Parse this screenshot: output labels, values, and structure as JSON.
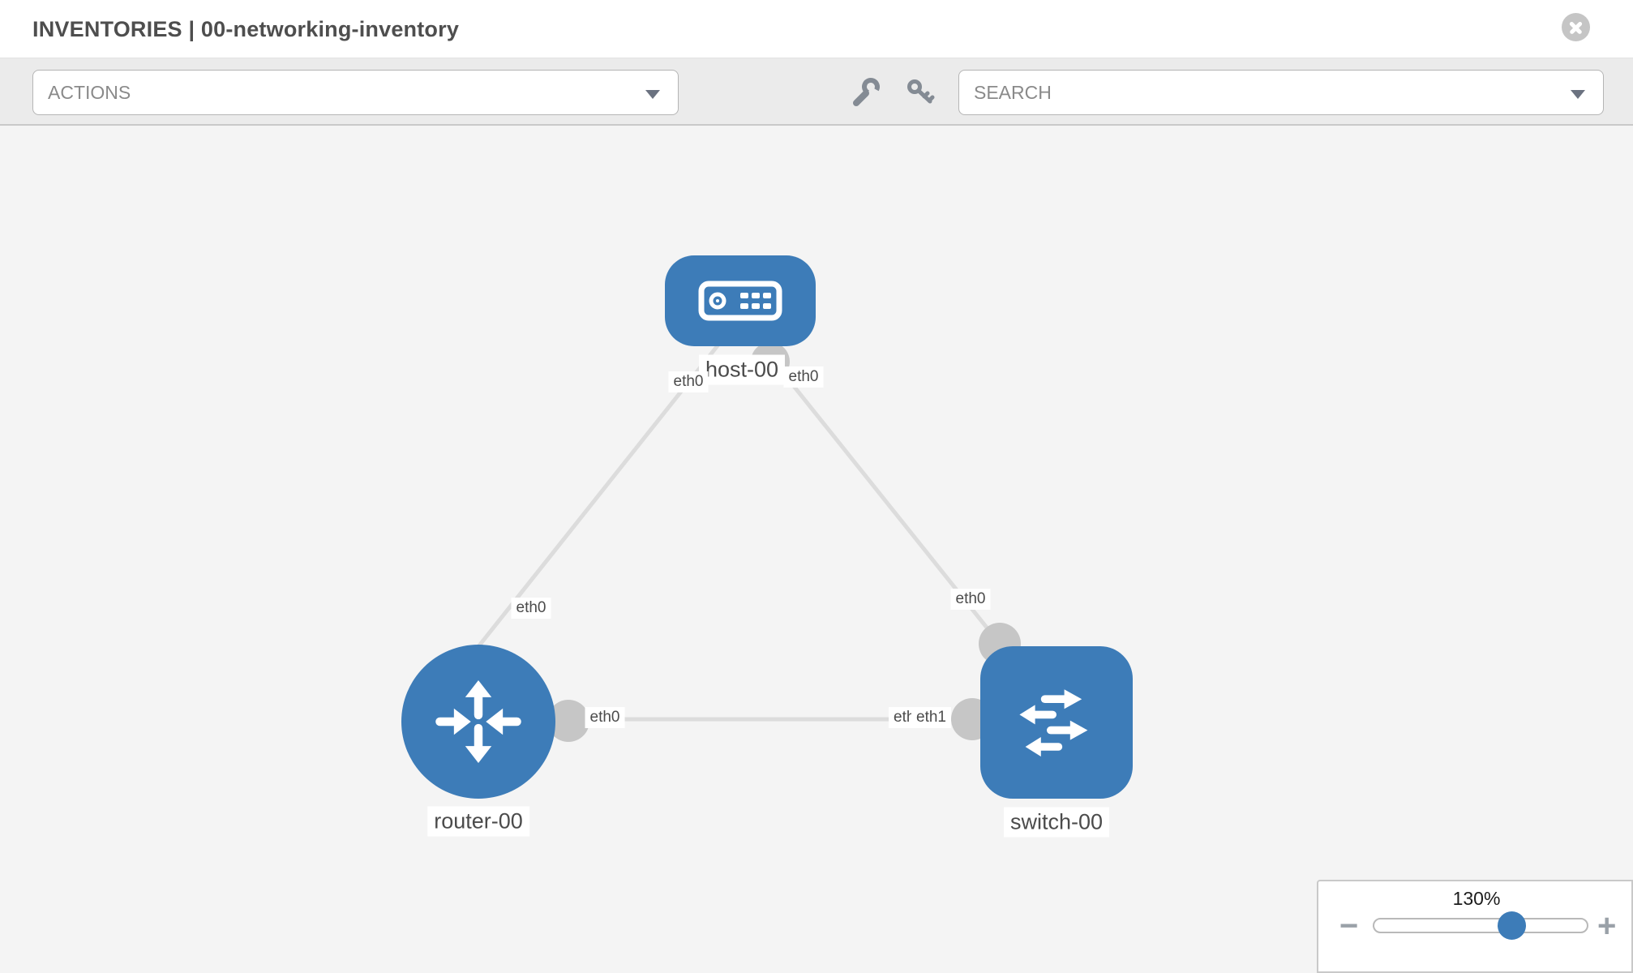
{
  "header": {
    "title": "INVENTORIES | 00-networking-inventory"
  },
  "toolbar": {
    "actions_label": "ACTIONS",
    "search_placeholder": "SEARCH"
  },
  "topology": {
    "nodes": [
      {
        "id": "host-00",
        "label": "host-00",
        "kind": "host"
      },
      {
        "id": "router-00",
        "label": "router-00",
        "kind": "router"
      },
      {
        "id": "switch-00",
        "label": "switch-00",
        "kind": "switch"
      }
    ],
    "links": [
      {
        "from": "host-00",
        "from_iface": "eth0",
        "to": "router-00",
        "to_iface": "eth0"
      },
      {
        "from": "host-00",
        "from_iface": "eth0",
        "to": "switch-00",
        "to_iface": "eth0"
      },
      {
        "from": "router-00",
        "from_iface": "eth0",
        "to": "switch-00",
        "to_iface": "eth1",
        "to_iface_back": "eth0"
      }
    ]
  },
  "zoom": {
    "percent_label": "130%",
    "minus_glyph": "−",
    "plus_glyph": "+"
  },
  "colors": {
    "node_blue": "#3d7cb8",
    "link_gray": "#dcdcdc",
    "port_gray": "#c6c6c6",
    "toolbar_gray": "#ebebeb",
    "canvas_gray": "#f4f4f4"
  }
}
